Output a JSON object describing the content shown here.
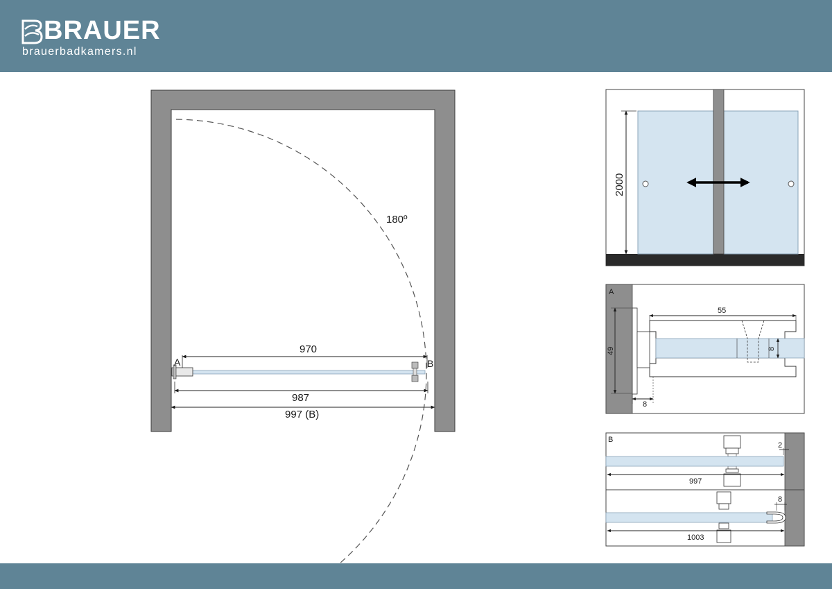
{
  "brand": {
    "name": "BRAUER",
    "website": "brauerbadkamers.nl",
    "color_header": "#5f8496"
  },
  "plan_view": {
    "opening_angle": "180º",
    "dim_glass": "970",
    "dim_inner": "987",
    "dim_overall": "997 (B)",
    "label_a": "A",
    "label_b": "B"
  },
  "elevation_view": {
    "height": "2000"
  },
  "detail_a": {
    "label": "A",
    "width": "55",
    "height": "49",
    "glass": "8",
    "offset": "8"
  },
  "detail_b": {
    "label": "B",
    "gap": "2",
    "width_top": "997",
    "profile": "8",
    "width_bottom": "1003"
  },
  "colors": {
    "wall": "#8e8e8e",
    "glass": "#d4e4f0",
    "glass_stroke": "#8aa3b8",
    "floor": "#2a2a2a"
  }
}
